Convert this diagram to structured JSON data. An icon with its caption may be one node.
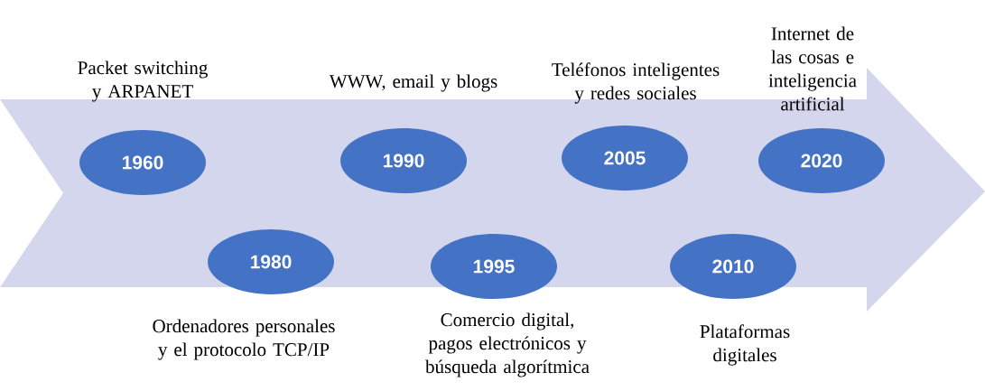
{
  "diagram": {
    "nodes": [
      {
        "text": [
          "1960"
        ],
        "beside": [
          "Packet switching y ARPANET"
        ]
      },
      {
        "text": [
          "1980"
        ],
        "beside": [
          "Ordenadores personales y el protocolo TCP/IP"
        ]
      },
      {
        "text": [
          "1990"
        ],
        "beside": [
          "WWW, email y blogs"
        ]
      },
      {
        "text": [
          "1995"
        ],
        "beside": [
          "Comercio digital, pagos electrónicos y búsqueda algorítmica"
        ]
      },
      {
        "text": [
          "2005"
        ],
        "beside": [
          "Teléfonos inteligentes y redes sociales"
        ]
      },
      {
        "text": [
          "2010"
        ],
        "beside": [
          "Plataformas digitales"
        ]
      },
      {
        "text": [
          "2020"
        ],
        "beside": [
          "Internet de las cosas e inteligencia artificial"
        ]
      }
    ]
  }
}
